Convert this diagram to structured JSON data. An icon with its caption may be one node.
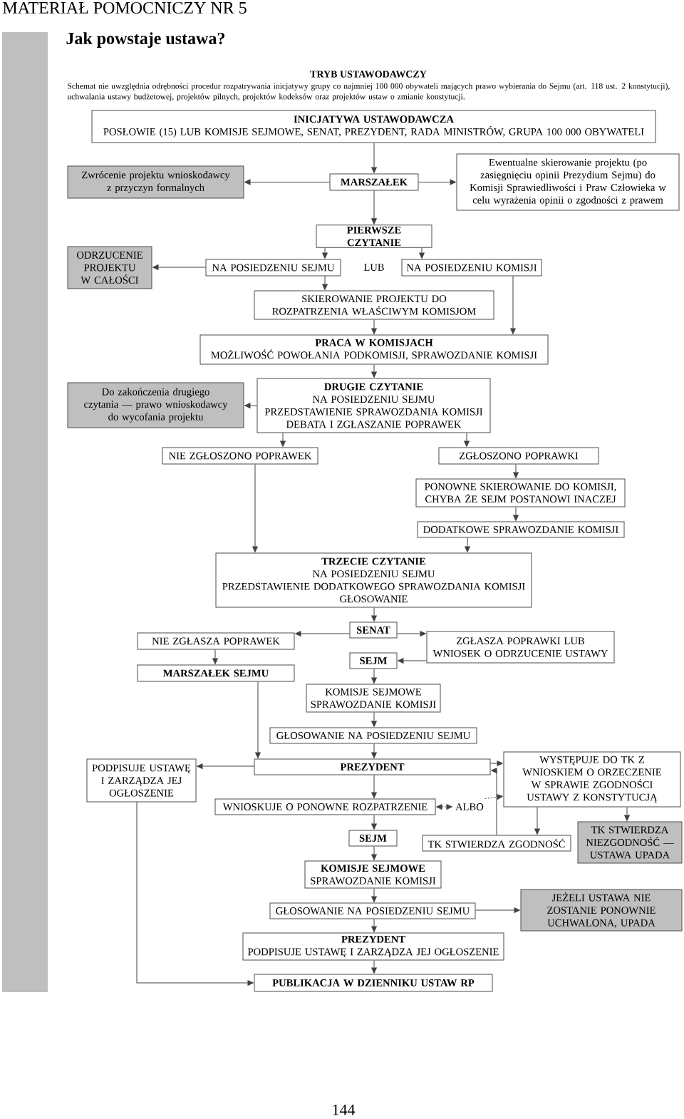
{
  "diagram": {
    "title": "Jak powstaje ustawa?",
    "nodes": [
      {
        "text": [
          "INICJATYWA USTAWODAWCZA",
          "POSŁOWIE (15) LUB KOMISJE SEJMOWE, SENAT, PREZYDENT, RADA MINISTRÓW, GRUPA 100 000 OBYWATELI"
        ]
      },
      {
        "text": [
          "Zwrócenie projektu wnioskodawcy z przyczyn formalnych"
        ]
      },
      {
        "text": [
          "MARSZAŁEK"
        ]
      },
      {
        "text": [
          "Ewentualne skierowanie projektu (po zasięgnięciu opinii Prezydium Sejmu) do Komisji Sprawiedliwości i Praw Człowieka w celu wyrażenia opinii o zgodności z prawem"
        ]
      },
      {
        "text": [
          "PIERWSZE CZYTANIE"
        ]
      },
      {
        "text": [
          "ODRZUCENIE PROJEKTU W CAŁOŚCI"
        ]
      },
      {
        "text": [
          "NA POSIEDZENIU SEJMU"
        ]
      },
      {
        "text": [
          "NA POSIEDZENIU KOMISJI"
        ]
      },
      {
        "text": [
          "SKIEROWANIE PROJEKTU DO ROZPATRZENIA WŁAŚCIWYM KOMISJOM"
        ]
      },
      {
        "text": [
          "PRACA W KOMISJACH",
          "MOŻLIWOŚĆ POWOŁANIA PODKOMISJI, SPRAWOZDANIE KOMISJI"
        ]
      },
      {
        "text": [
          "Do zakończenia drugiego czytania — prawo wnioskodawcy do wycofania projektu"
        ]
      },
      {
        "text": [
          "DRUGIE CZYTANIE",
          "NA POSIEDZENIU SEJMU",
          "PRZEDSTAWIENIE SPRAWOZDANIA KOMISJI",
          "DEBATA I ZGŁASZANIE POPRAWEK"
        ]
      },
      {
        "text": [
          "NIE ZGŁOSZONO POPRAWEK"
        ]
      },
      {
        "text": [
          "ZGŁOSZONO POPRAWKI"
        ]
      },
      {
        "text": [
          "PONOWNE SKIEROWANIE DO KOMISJI, CHYBA ŻE SEJM POSTANOWI INACZEJ"
        ]
      },
      {
        "text": [
          "DODATKOWE SPRAWOZDANIE KOMISJI"
        ]
      },
      {
        "text": [
          "TRZECIE CZYTANIE",
          "NA POSIEDZENIU SEJMU",
          "PRZEDSTAWIENIE DODATKOWEGO SPRAWOZDANIA KOMISJI",
          "GŁOSOWANIE"
        ]
      },
      {
        "text": [
          "SENAT"
        ]
      },
      {
        "text": [
          "NIE ZGŁASZA POPRAWEK"
        ]
      },
      {
        "text": [
          "ZGŁASZA POPRAWKI LUB WNIOSEK O ODRZUCENIE USTAWY"
        ]
      },
      {
        "text": [
          "SEJM"
        ]
      },
      {
        "text": [
          "MARSZAŁEK SEJMU"
        ]
      },
      {
        "text": [
          "KOMISJE SEJMOWE",
          "SPRAWOZDANIE KOMISJI"
        ]
      },
      {
        "text": [
          "GŁOSOWANIE NA POSIEDZENIU SEJMU"
        ]
      },
      {
        "text": [
          "PODPISUJE USTAWĘ I ZARZĄDZA JEJ OGŁOSZENIE"
        ]
      },
      {
        "text": [
          "PREZYDENT"
        ]
      },
      {
        "text": [
          "WYSTĘPUJE DO TK Z WNIOSKIEM O ORZECZENIE W SPRAWIE ZGODNOŚCI USTAWY Z KONSTYTUCJĄ"
        ]
      },
      {
        "text": [
          "WNIOSKUJE O PONOWNE ROZPATRZENIE"
        ]
      },
      {
        "text": [
          "ALBO"
        ]
      },
      {
        "text": [
          "SEJM"
        ]
      },
      {
        "text": [
          "TK STWIERDZA ZGODNOŚĆ"
        ]
      },
      {
        "text": [
          "TK STWIERDZA NIEZGODNOŚĆ — USTAWA UPADA"
        ]
      },
      {
        "text": [
          "KOMISJE SEJMOWE",
          "SPRAWOZDANIE KOMISJI"
        ]
      },
      {
        "text": [
          "GŁOSOWANIE NA POSIEDZENIU SEJMU"
        ]
      },
      {
        "text": [
          "JEŻELI USTAWA NIE ZOSTANIE PONOWNIE UCHWALONA, UPADA"
        ]
      },
      {
        "text": [
          "PREZYDENT",
          "PODPISUJE USTAWĘ I ZARZĄDZA JEJ OGŁOSZENIE"
        ]
      },
      {
        "text": [
          "PUBLIKACJA W DZIENNIKU USTAW RP"
        ]
      }
    ],
    "edges": [
      {
        "from": 0,
        "to": 2,
        "arrow": "to"
      },
      {
        "from": 2,
        "to": 1,
        "arrow": "to"
      },
      {
        "from": 2,
        "to": 3,
        "arrow": "to"
      },
      {
        "from": 2,
        "to": 4,
        "arrow": "to"
      },
      {
        "from": 4,
        "to": 6,
        "arrow": "to"
      },
      {
        "from": 4,
        "to": 7,
        "arrow": "to"
      },
      {
        "from": 6,
        "to": 5,
        "arrow": "to"
      },
      {
        "from": 6,
        "to": 8,
        "arrow": "to"
      },
      {
        "from": 8,
        "to": 9,
        "arrow": "to"
      },
      {
        "from": 7,
        "to": 9,
        "arrow": "to"
      },
      {
        "from": 9,
        "to": 11,
        "arrow": "to"
      },
      {
        "from": 11,
        "to": 10,
        "arrow": "to"
      },
      {
        "from": 11,
        "to": 12,
        "arrow": "to"
      },
      {
        "from": 11,
        "to": 13,
        "arrow": "to"
      },
      {
        "from": 13,
        "to": 14,
        "arrow": "to"
      },
      {
        "from": 14,
        "to": 15,
        "arrow": "to"
      },
      {
        "from": 12,
        "to": 16,
        "arrow": "to"
      },
      {
        "from": 15,
        "to": 16,
        "arrow": "to"
      },
      {
        "from": 16,
        "to": 17,
        "arrow": "to"
      },
      {
        "from": 17,
        "to": 18,
        "arrow": "to"
      },
      {
        "from": 17,
        "to": 19,
        "arrow": "to"
      },
      {
        "from": 19,
        "to": 20,
        "arrow": "to"
      },
      {
        "from": 18,
        "to": 21,
        "arrow": "to"
      },
      {
        "from": 20,
        "to": 22,
        "arrow": "to"
      },
      {
        "from": 22,
        "to": 23,
        "arrow": "to"
      },
      {
        "from": 23,
        "to": 25,
        "arrow": "to"
      },
      {
        "from": 21,
        "to": 25,
        "arrow": "to"
      },
      {
        "from": 25,
        "to": 24,
        "arrow": "to"
      },
      {
        "from": 25,
        "to": 26,
        "arrow": "to"
      },
      {
        "from": 30,
        "to": 25,
        "arrow": "to"
      },
      {
        "from": 25,
        "to": 27,
        "arrow": "to"
      },
      {
        "from": 27,
        "to": 28,
        "arrow": "both",
        "style": "dashed"
      },
      {
        "from": 28,
        "to": 26,
        "arrow": "to",
        "style": "dashed"
      },
      {
        "from": 26,
        "to": 30,
        "arrow": "to"
      },
      {
        "from": 26,
        "to": 31,
        "arrow": "to"
      },
      {
        "from": 27,
        "to": 29,
        "arrow": "to"
      },
      {
        "from": 29,
        "to": 32,
        "arrow": "to"
      },
      {
        "from": 32,
        "to": 33,
        "arrow": "to"
      },
      {
        "from": 33,
        "to": 34,
        "arrow": "to"
      },
      {
        "from": 33,
        "to": 35,
        "arrow": "to"
      },
      {
        "from": 35,
        "to": 36,
        "arrow": "to"
      },
      {
        "from": 24,
        "to": 36,
        "arrow": "to"
      }
    ],
    "labels": [
      "MATERIAŁ POMOCNICZY NR 5",
      "TRYB USTAWODAWCZY",
      "Schemat nie uwzględnia odrębności procedur rozpatrywania inicjatywy grupy co najmniej 100 000 obywateli mających prawo wybierania do Sejmu (art. 118 ust. 2 konstytucji), uchwalania ustawy budżetowej, projektów pilnych, projektów kodeksów oraz projektów ustaw o zmianie konstytucji.",
      "LUB",
      "144"
    ]
  }
}
